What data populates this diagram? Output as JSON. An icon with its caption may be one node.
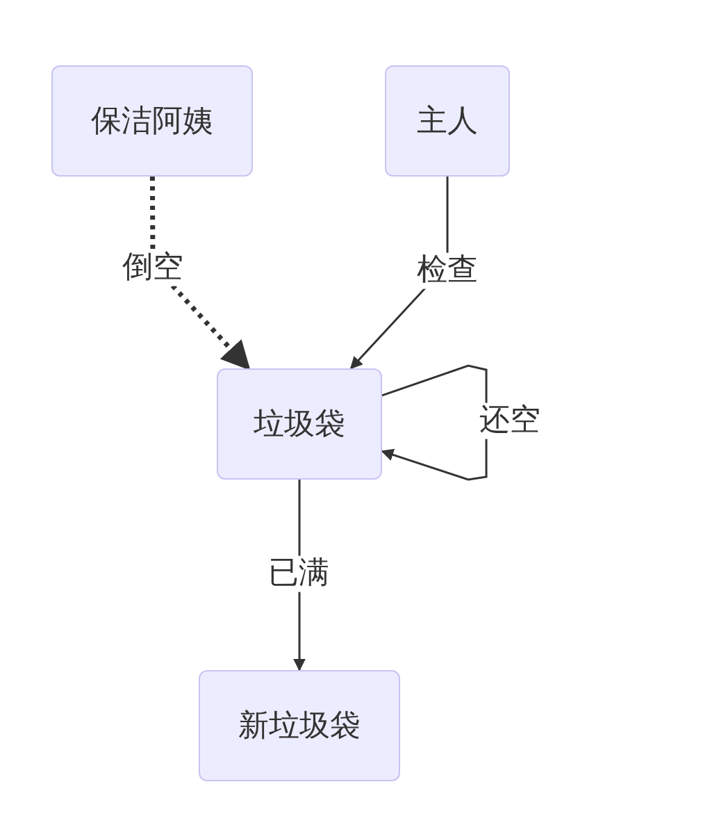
{
  "diagram": {
    "nodes": [
      {
        "text": [
          "保洁阿姨"
        ]
      },
      {
        "text": [
          "主人"
        ]
      },
      {
        "text": [
          "垃圾袋"
        ]
      },
      {
        "text": [
          "新垃圾袋"
        ]
      }
    ],
    "edges": [
      {
        "from": 0,
        "to": 2,
        "arrow": "to",
        "label": "倒空",
        "style": "dashed"
      },
      {
        "from": 1,
        "to": 2,
        "arrow": "to",
        "label": "检查"
      },
      {
        "from": 2,
        "to": 2,
        "arrow": "to",
        "label": "还空"
      },
      {
        "from": 2,
        "to": 3,
        "arrow": "to",
        "label": "已满"
      }
    ]
  }
}
